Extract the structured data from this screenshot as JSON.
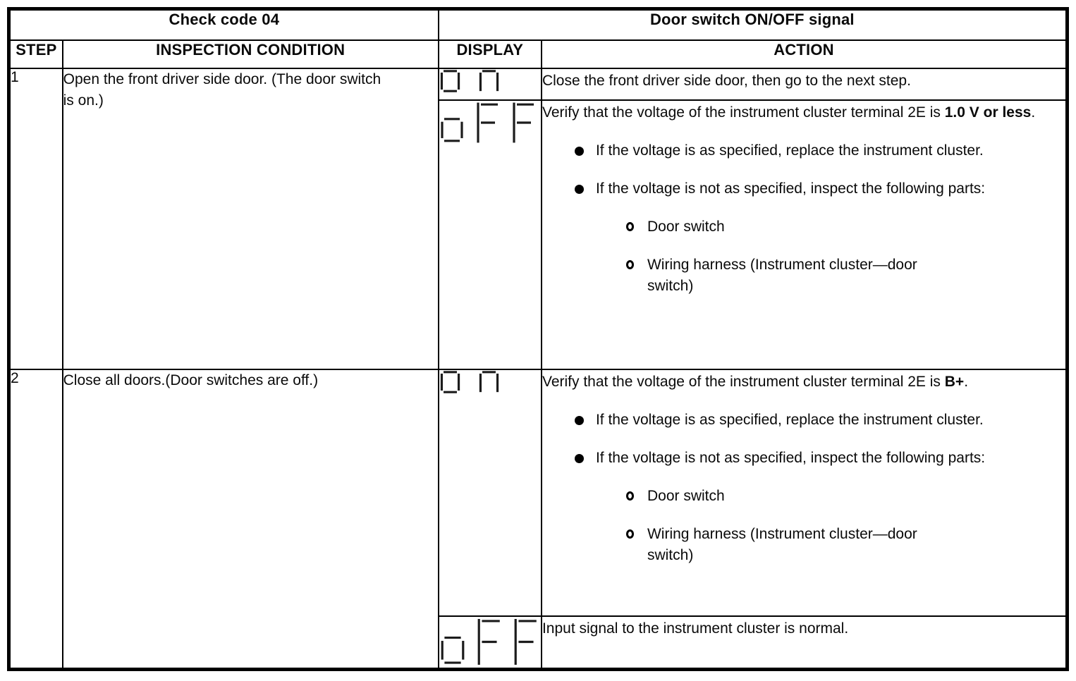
{
  "table": {
    "header": {
      "left_title": "Check code 04",
      "right_title": "Door switch ON/OFF signal"
    },
    "columns": {
      "step": "STEP",
      "inspection": "INSPECTION CONDITION",
      "display": "DISPLAY",
      "action": "ACTION"
    },
    "steps": [
      {
        "number": "1",
        "condition": "Open the front driver side door. (The door switch is on.)",
        "subrows": [
          {
            "display": "On",
            "action": {
              "text": "Close the front driver side door, then go to the next step."
            }
          },
          {
            "display": "oFF",
            "action": {
              "lead_pre": "Verify that the voltage of the instrument cluster terminal 2E is ",
              "lead_bold": "1.0 V or less",
              "lead_post": ".",
              "bullets": [
                "If the voltage is as specified, replace the instrument cluster.",
                "If the voltage is not as specified, inspect the following parts:"
              ],
              "subbullets": [
                "Door switch",
                "Wiring harness (Instrument cluster—door switch)"
              ]
            }
          }
        ]
      },
      {
        "number": "2",
        "condition": "Close all doors.(Door switches are off.)",
        "subrows": [
          {
            "display": "On",
            "action": {
              "lead_pre": "Verify that the voltage of the instrument cluster terminal 2E is ",
              "lead_bold": "B+",
              "lead_post": ".",
              "bullets": [
                "If the voltage is as specified, replace the instrument cluster.",
                "If the voltage is not as specified, inspect the following parts:"
              ],
              "subbullets": [
                "Door switch",
                "Wiring harness (Instrument cluster—door switch)"
              ]
            }
          },
          {
            "display": "oFF",
            "action": {
              "text": "Input signal to the instrument cluster is normal."
            }
          }
        ]
      }
    ]
  },
  "colors": {
    "ink": "#0a0a0a",
    "border": "#000000",
    "background": "#ffffff"
  }
}
